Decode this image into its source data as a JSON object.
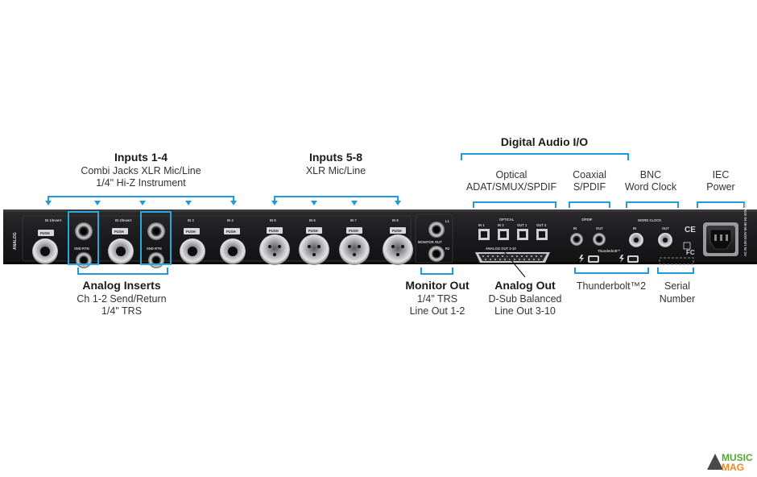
{
  "callouts": {
    "inputs_1_4": {
      "title": "Inputs 1-4",
      "line1": "Combi Jacks XLR Mic/Line",
      "line2": "1/4\" Hi-Z Instrument"
    },
    "inputs_5_8": {
      "title": "Inputs 5-8",
      "line1": "XLR Mic/Line"
    },
    "digital_io": {
      "title": "Digital Audio I/O"
    },
    "optical": {
      "line1": "Optical",
      "line2": "ADAT/SMUX/SPDIF"
    },
    "coaxial": {
      "line1": "Coaxial",
      "line2": "S/PDIF"
    },
    "bnc": {
      "line1": "BNC",
      "line2": "Word Clock"
    },
    "iec": {
      "line1": "IEC",
      "line2": "Power"
    },
    "analog_inserts": {
      "title": "Analog Inserts",
      "line1": "Ch 1-2 Send/Return",
      "line2": "1/4\" TRS"
    },
    "monitor_out": {
      "title": "Monitor Out",
      "line1": "1/4\" TRS",
      "line2": "Line Out 1-2"
    },
    "analog_out": {
      "title": "Analog Out",
      "line1": "D-Sub Balanced",
      "line2": "Line Out 3-10"
    },
    "thunderbolt": {
      "line1": "Thunderbolt™2"
    },
    "serial": {
      "line1": "Serial",
      "line2": "Number"
    }
  },
  "panel": {
    "analog": "ANALOG",
    "in1_insert": "IN 1/Insert",
    "in2_insert": "IN 2/Insert",
    "in3": "IN 3",
    "in4": "IN 4",
    "in5": "IN 5",
    "in6": "IN 6",
    "in7": "IN 7",
    "in8": "IN 8",
    "snd": "SND",
    "rtn": "RTN",
    "snd_rtn": "SND RTN",
    "push": "PUSH",
    "l1": "L1",
    "r2": "R2",
    "monitor_out": "MONITOR OUT",
    "optical": "OPTICAL",
    "opt_in1": "IN 1",
    "opt_in2": "IN 2",
    "opt_out1": "OUT 1",
    "opt_out2": "OUT 2",
    "analog_out": "ANALOG OUT 3-10",
    "spdif": "S/PDIF",
    "spdif_in": "IN",
    "spdif_out": "OUT",
    "word_clock": "WORD CLOCK",
    "wc_in": "IN",
    "wc_out": "OUT",
    "thunderbolt": "Thunderbolt™",
    "ce": "CE",
    "fc": "FC",
    "power_spec": "AC IN 100-240V 50-60 Hz 40W MAX"
  },
  "watermark": {
    "a": "MUSIC",
    "b": "MAG"
  },
  "colors": {
    "accent": "#1e9bd8",
    "chassis": "#1b1b1d",
    "text": "#1a1a1a"
  }
}
